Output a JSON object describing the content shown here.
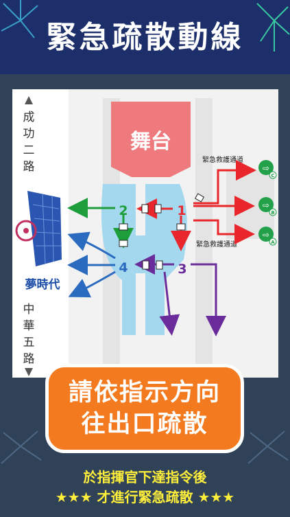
{
  "header": {
    "title": "緊急疏散動線"
  },
  "map": {
    "stage_label": "舞台",
    "road_north": [
      "成",
      "功",
      "二",
      "路"
    ],
    "road_south": [
      "中",
      "華",
      "五",
      "路"
    ],
    "building_name": "夢時代",
    "emergency_lane_top": "緊急救護通道",
    "emergency_lane_bottom": "緊急救護通道",
    "exit_points": [
      "1",
      "2",
      "3",
      "4"
    ],
    "exits": [
      "C",
      "B",
      "A"
    ]
  },
  "cta": {
    "line1": "請依指示方向",
    "line2": "往出口疏散"
  },
  "footer": {
    "line1": "於指揮官下達指令後",
    "line2": "★★★ 才進行緊急疏散 ★★★"
  },
  "colors": {
    "header_bg": "#1d2f6b",
    "bg": "#2f4258",
    "stage": "#ee7a7e",
    "zone": "#a3d8ee",
    "red_arrow": "#e8262b",
    "green_arrow": "#1e9e3a",
    "blue_arrow": "#2a6bc0",
    "purple_arrow": "#6a2c9a",
    "cta": "#f47a1f",
    "footer_text": "#ffef3a"
  }
}
